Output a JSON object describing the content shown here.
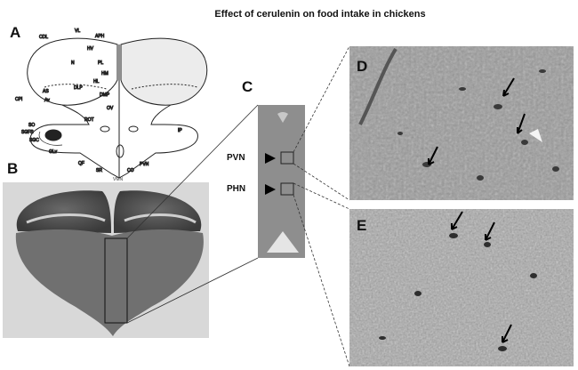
{
  "figure": {
    "title": "Effect of cerulenin on food intake in chickens",
    "panels": {
      "a": "A",
      "b": "B",
      "c": "C",
      "d": "D",
      "e": "E"
    },
    "nuclei": {
      "pvn": "PVN",
      "phn": "PHN"
    },
    "atlas_labels": [
      "VL",
      "CDL",
      "APH",
      "HV",
      "N",
      "PL",
      "HM",
      "HL",
      "AS",
      "DLP",
      "CPi",
      "Av",
      "DMP",
      "OV",
      "SO",
      "SGFS",
      "SGC",
      "ROT",
      "GLv",
      "QF",
      "SR",
      "CO",
      "PVN",
      "VMN",
      "IP"
    ]
  }
}
